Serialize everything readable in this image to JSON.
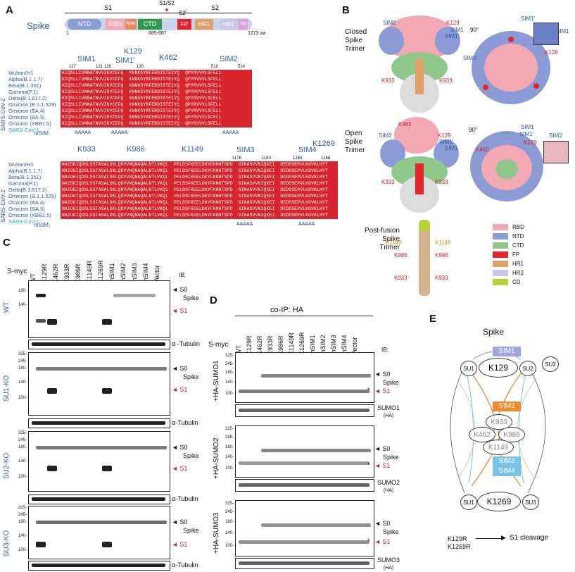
{
  "panel_a": {
    "letter": "A",
    "spike_label": "Spike",
    "regions": {
      "s1": "S1",
      "s1s2": "S1/S2",
      "s2prime": "S2'",
      "s2": "S2"
    },
    "domains": [
      "NTD",
      "RBD",
      "RBM",
      "CTD",
      "FP",
      "HR1",
      "HR2",
      "TM"
    ],
    "positions": {
      "start": "1",
      "mid": "685-687",
      "end": "1273",
      "aa": "aa"
    },
    "top_sites": {
      "sim1": "SIM1",
      "sim1p": "SIM1'",
      "k129": "K129",
      "k462": "K462",
      "sim2": "SIM2"
    },
    "top_nums": [
      "117",
      "121",
      "126",
      "130",
      "510",
      "514"
    ],
    "bottom_sites": {
      "k933": "K933",
      "k986": "K986",
      "k1149": "K1149",
      "sim3": "SIM3",
      "sim4": "SIM4",
      "k1269": "K1269"
    },
    "bottom_nums": [
      "1176",
      "1180",
      "1264",
      "1268"
    ],
    "species": [
      "Wuhan/H1",
      "Alpha(B.1.1.7)",
      "Beta(B.1.351)",
      "Gamma(P.1)",
      "Delta(B.1.617.2)",
      "Omicron (B.1.1.529)",
      "Omicron (BA.4)",
      "Omicron (BA.5)",
      "Omicron (XBB1.5)"
    ],
    "sars1": "SARS-CoV-1",
    "sars2": "SARS-CoV-2",
    "msim": "mSIM:",
    "aaaaa": "AAAAA"
  },
  "panel_b": {
    "letter": "B",
    "closed": "Closed\nSpike\nTrimer",
    "open": "Open\nSpike\nTrimer",
    "post": "Post-fusion\nSpike\nTrimer",
    "rot": "90°",
    "labels": {
      "sim1": "SIM1",
      "sim1p": "SIM1'",
      "sim2": "SIM2",
      "k129": "K129",
      "k462": "K462",
      "k933": "K933",
      "k986": "K986",
      "k1149": "K1149"
    },
    "legend": [
      {
        "name": "RBD",
        "color": "#f2a9b4"
      },
      {
        "name": "NTD",
        "color": "#8b9bd6"
      },
      {
        "name": "CTD",
        "color": "#8fc88a"
      },
      {
        "name": "FP",
        "color": "#e3262d"
      },
      {
        "name": "HR1",
        "color": "#e0a06a"
      },
      {
        "name": "HR2",
        "color": "#c9c6e6"
      },
      {
        "name": "CD",
        "color": "#b5d43a"
      }
    ]
  },
  "panel_c": {
    "letter": "C",
    "smyc": "S-myc",
    "ib": "IB:",
    "lanes": [
      "WT",
      "K129R",
      "K462R",
      "K933R",
      "K986R",
      "K1149R",
      "K1269R",
      "mSIM1",
      "mSIM2",
      "mSIM3",
      "mSIM4",
      "Vector"
    ],
    "rows": [
      "WT",
      "SU1-KO",
      "SU2-KO",
      "SU3-KO"
    ],
    "s0": "S0",
    "spike": "Spike",
    "s1": "S1",
    "tubulin": "α -Tubulin",
    "tubulin2": "α-Tubulin",
    "mw_top": [
      "180-",
      "140-"
    ],
    "mw_ko": [
      "325-",
      "245-",
      "180-",
      "140-",
      "100-"
    ]
  },
  "panel_d": {
    "letter": "D",
    "coip": "co-IP: HA",
    "smyc": "S-myc",
    "ib": "IB:",
    "lanes": [
      "WT",
      "K129R",
      "K462R",
      "K933R",
      "K986R",
      "K1149R",
      "K1269R",
      "mSIM1",
      "mSIM2",
      "mSIM3",
      "mSIM4",
      "Vector"
    ],
    "rows": [
      "+HA-SUMO1",
      "+HA-SUMO2",
      "+HA-SUMO3"
    ],
    "sumo": [
      "SUMO1",
      "SUMO2",
      "SUMO3"
    ],
    "ha": "(HA)",
    "s0": "S0",
    "spike": "Spike",
    "s1": "S1",
    "star": "*",
    "mw": [
      "325-",
      "245-",
      "180-",
      "140-",
      "100-"
    ]
  },
  "panel_e": {
    "letter": "E",
    "title": "Spike",
    "sim_boxes": [
      {
        "name": "SIM1",
        "color": "#9ea6dd"
      },
      {
        "name": "SIM2",
        "color": "#ef8a2e"
      },
      {
        "name": "SIM3",
        "color": "#7ac3e6"
      },
      {
        "name": "SIM4",
        "color": "#7ac3e6"
      }
    ],
    "nodes": {
      "su1": "SU1",
      "su2": "SU2",
      "su3": "SU3",
      "k129": "K129",
      "k1269": "K1269",
      "k933": "K933",
      "k462": "K462",
      "k986": "K986",
      "k1149": "K1149"
    },
    "footer_l1": "K129R",
    "footer_l2": "K1269R",
    "footer_r": "S1 cleavage"
  }
}
